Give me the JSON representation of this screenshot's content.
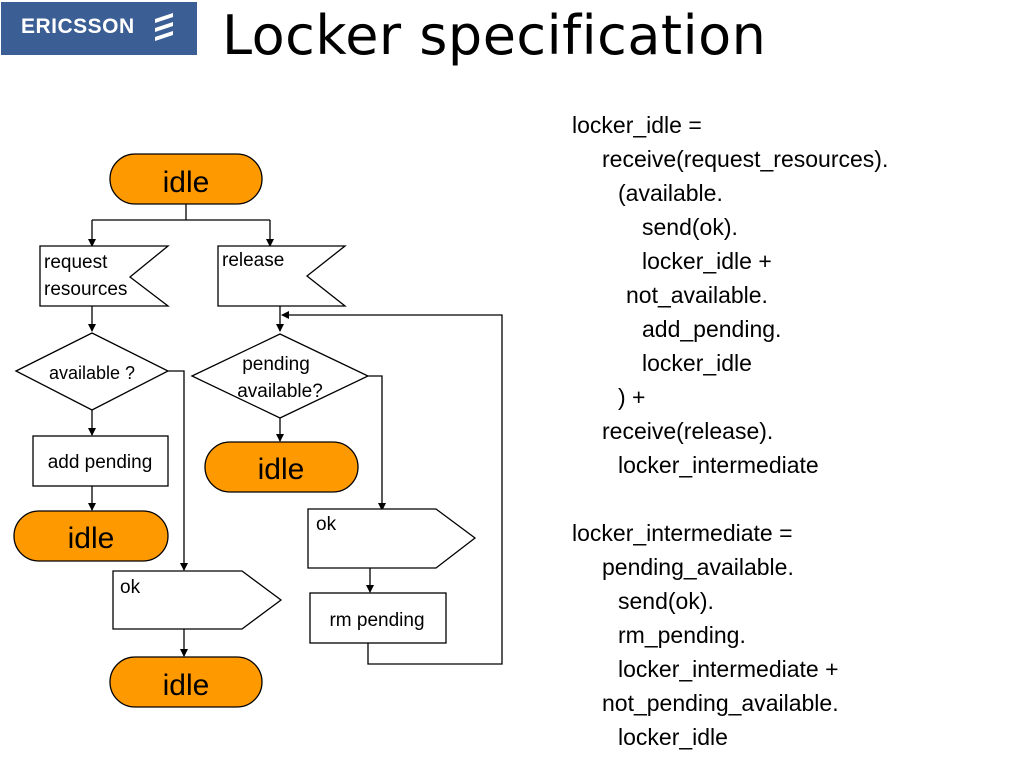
{
  "logo": {
    "text": "ERICSSON",
    "icon": "ericsson-stripes-icon",
    "color": "#3b5f95"
  },
  "title": "Locker specification",
  "flowchart": {
    "start_state": "idle",
    "signal_request": [
      "request",
      "resources"
    ],
    "signal_release": "release",
    "decision_available": "available ?",
    "decision_pending": [
      "pending",
      "available?"
    ],
    "task_add_pending": "add pending",
    "state_after_add": "idle",
    "state_after_pending_check": "idle",
    "send_ok_right": "ok",
    "task_rm_pending": "rm pending",
    "send_ok_left": "ok",
    "final_state": "idle",
    "state_color": "#ff9900"
  },
  "code_lines": [
    "locker_idle =",
    "receive(request_resources).",
    "(available.",
    "send(ok).",
    "locker_idle +",
    "not_available.",
    "add_pending.",
    "locker_idle",
    ") +",
    "receive(release).",
    "locker_intermediate",
    "locker_intermediate =",
    "pending_available.",
    "send(ok).",
    "rm_pending.",
    "locker_intermediate +",
    "not_pending_available.",
    "locker_idle"
  ]
}
